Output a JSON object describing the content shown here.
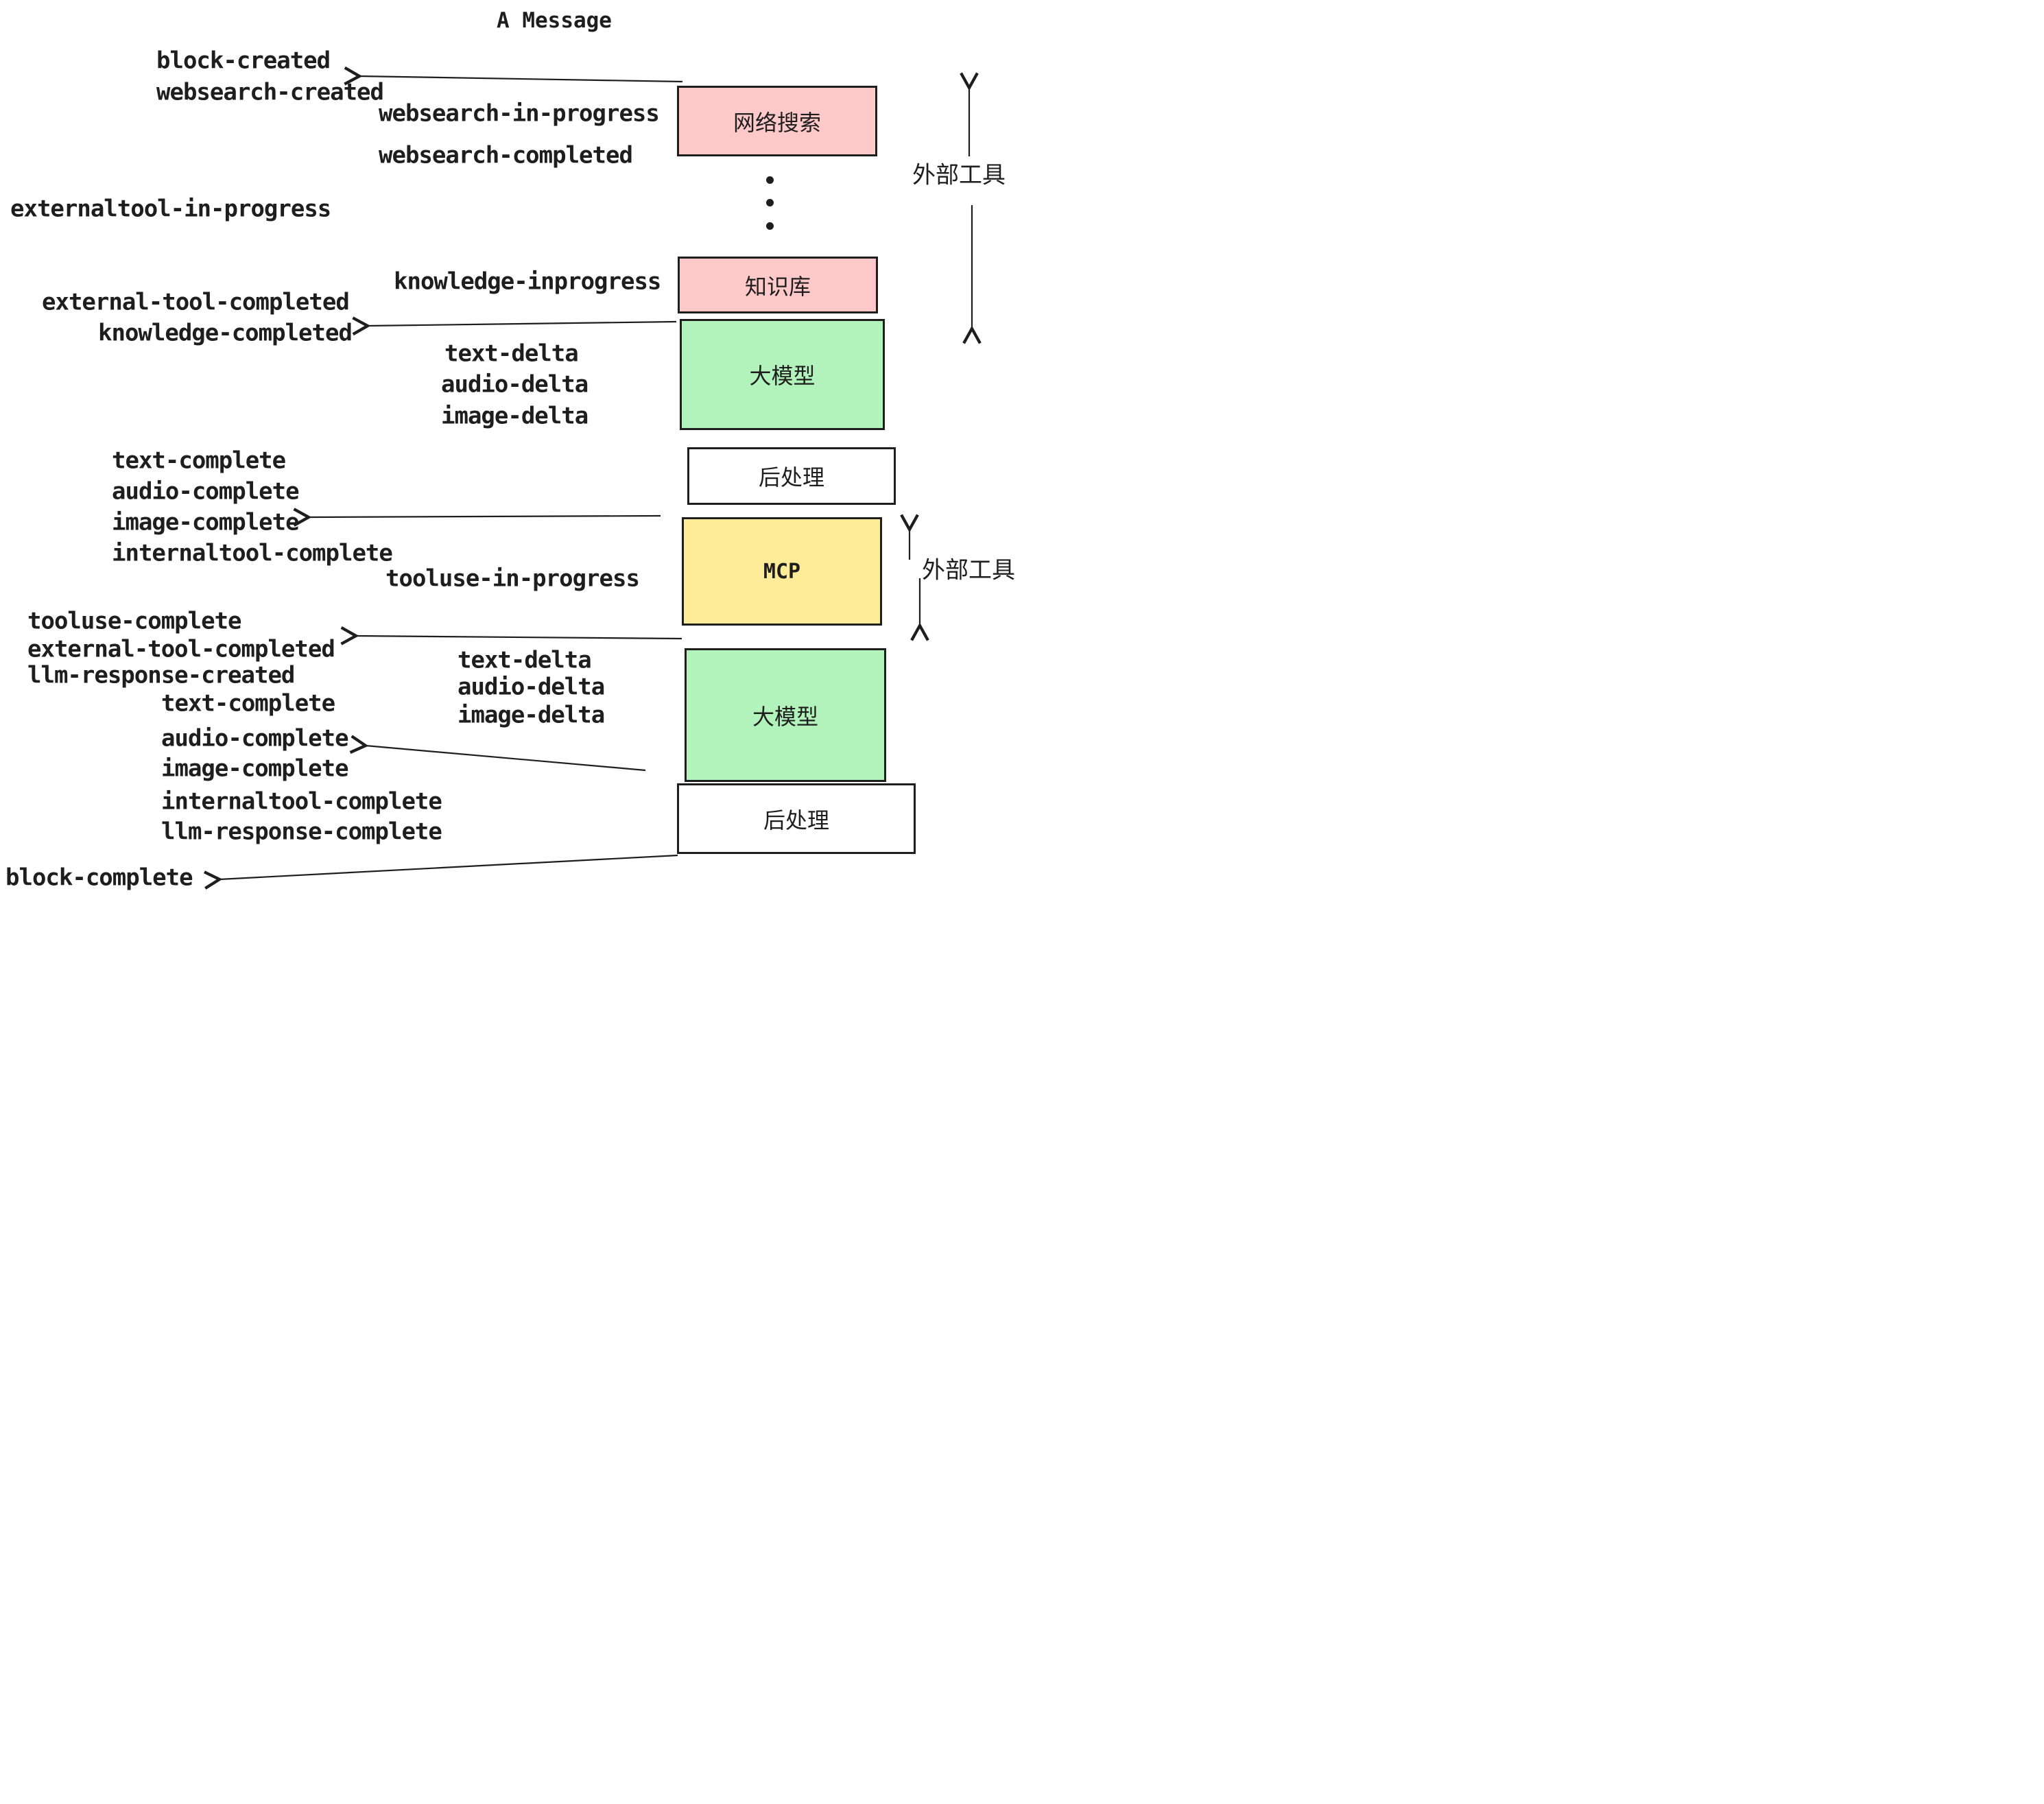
{
  "title": "A Message",
  "colors": {
    "stroke": "#1e1e1e",
    "pink": "#ffc9c9",
    "green": "#b2f2bb",
    "yellow": "#ffec99",
    "white": "#ffffff"
  },
  "boxes": {
    "websearch": {
      "label": "网络搜索"
    },
    "knowledge": {
      "label": "知识库"
    },
    "llm": {
      "label": "大模型"
    },
    "post": {
      "label": "后处理"
    },
    "mcp": {
      "label": "MCP"
    }
  },
  "side": {
    "external_tools": "外部工具"
  },
  "events": {
    "block_created": "block-created",
    "websearch_created": "websearch-created",
    "websearch_in_progress": "websearch-in-progress",
    "websearch_completed": "websearch-completed",
    "externaltool_in_progress": "externaltool-in-progress",
    "external_tool_completed": "external-tool-completed",
    "knowledge_inprogress": "knowledge-inprogress",
    "knowledge_completed": "knowledge-completed",
    "text_delta": "text-delta",
    "audio_delta": "audio-delta",
    "image_delta": "image-delta",
    "text_complete": "text-complete",
    "audio_complete": "audio-complete",
    "image_complete": "image-complete",
    "internaltool_complete": "internaltool-complete",
    "tooluse_in_progress": "tooluse-in-progress",
    "tooluse_complete": "tooluse-complete",
    "llm_response_created": "llm-response-created",
    "llm_response_complete": "llm-response-complete",
    "block_complete": "block-complete"
  }
}
